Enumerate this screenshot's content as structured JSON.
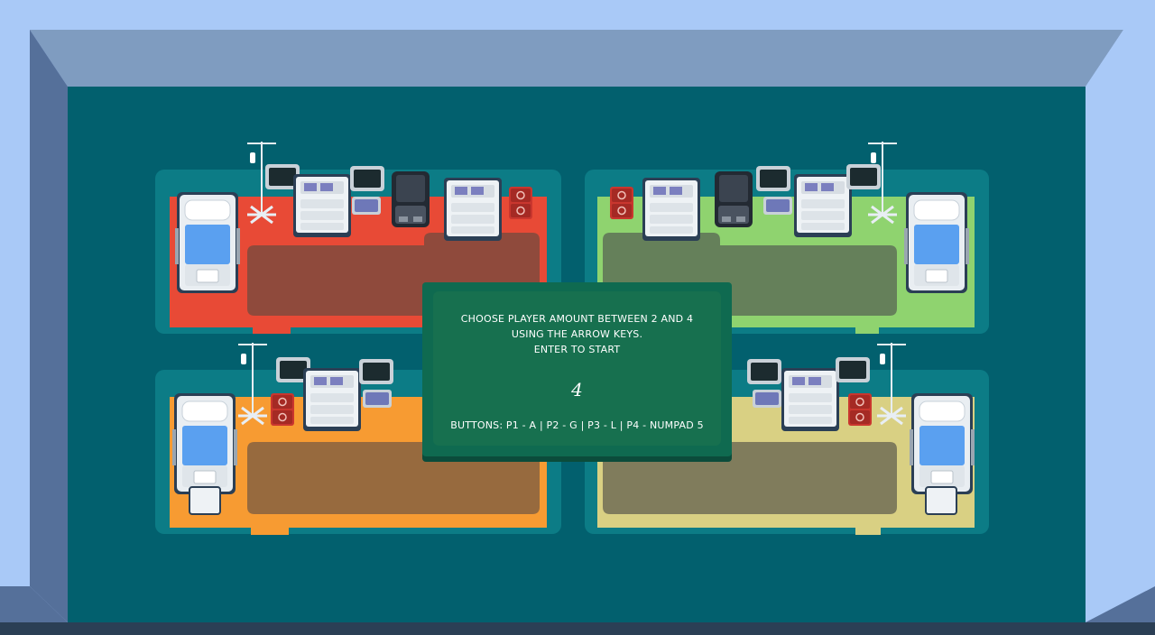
{
  "overlay": {
    "instructions": [
      "CHOOSE PLAYER AMOUNT BETWEEN 2 AND 4",
      "USING THE ARROW KEYS.",
      "ENTER TO START"
    ],
    "player_count": "4",
    "buttons_text": "BUTTONS: P1 - A | P2 - G | P3 - L | P4 - NUMPAD 5"
  },
  "rooms": [
    {
      "name": "player-1-room",
      "floor_color": "#e84a36",
      "mat_color": "#8f4a3c"
    },
    {
      "name": "player-2-room",
      "floor_color": "#8fd36f",
      "mat_color": "#65805a"
    },
    {
      "name": "player-3-room",
      "floor_color": "#f79b32",
      "mat_color": "#976a3e"
    },
    {
      "name": "player-4-room",
      "floor_color": "#d9d083",
      "mat_color": "#807c5c"
    }
  ],
  "colors": {
    "sky": "#a9c9f7",
    "wall_top": "#7f9cc0",
    "wall_left": "#55709a",
    "wall_right": "#a9c9f7",
    "floor": "#02606e",
    "panel": "#0f6a50"
  }
}
